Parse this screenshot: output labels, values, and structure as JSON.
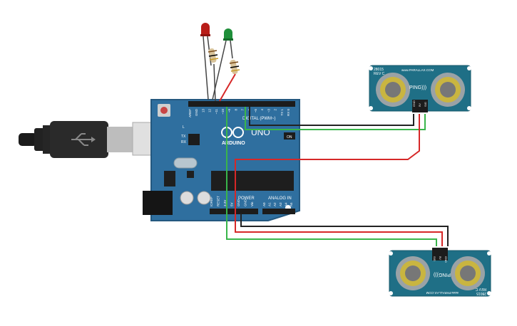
{
  "colors": {
    "board": "#2f6f9f",
    "board_dark": "#24587f",
    "led_red": "#b81d18",
    "led_green": "#1f8f3a",
    "wire_red": "#d62828",
    "wire_green": "#39b54a",
    "wire_black": "#222222",
    "sensor_board": "#1f6f86"
  },
  "arduino": {
    "brand": "ARDUINO",
    "model": "UNO",
    "digital_label": "DIGITAL (PWM~)",
    "power_label": "POWER",
    "analog_label": "ANALOG IN",
    "on_label": "ON",
    "led_l": "L",
    "led_tx": "TX",
    "led_rx": "RX",
    "digital_pins": [
      "AREF",
      "GND",
      "13",
      "12",
      "~11",
      "~10",
      "~9",
      "8",
      "7",
      "~6",
      "~5",
      "4",
      "~3",
      "2",
      "TX 1",
      "RX 0"
    ],
    "power_pins": [
      "IOREF",
      "RESET",
      "3.3V",
      "5V",
      "GND",
      "GND",
      "Vin"
    ],
    "analog_pins": [
      "A0",
      "A1",
      "A2",
      "A3",
      "A4",
      "A5"
    ]
  },
  "sensor_top": {
    "code": "28015",
    "rev": "REV C",
    "url": "www.PARALLAX.COM",
    "brand": "PING)))",
    "pins": [
      "GND",
      "5V",
      "SIG"
    ]
  },
  "sensor_bottom": {
    "code": "28015",
    "rev": "REV C",
    "url": "www.PARALLAX.COM",
    "brand": "PING)))",
    "pins": [
      "GND",
      "5V",
      "SIG"
    ]
  }
}
